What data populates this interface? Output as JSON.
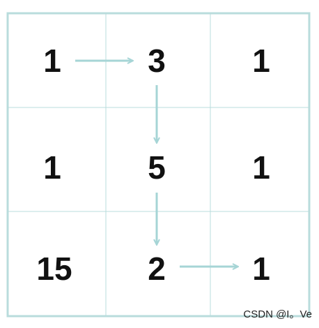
{
  "grid": {
    "rows": 3,
    "cols": 3,
    "values": [
      [
        "1",
        "3",
        "1"
      ],
      [
        "1",
        "5",
        "1"
      ],
      [
        "15",
        "2",
        "1"
      ]
    ]
  },
  "path_arrows": [
    {
      "from": [
        0,
        0
      ],
      "to": [
        0,
        1
      ]
    },
    {
      "from": [
        0,
        1
      ],
      "to": [
        1,
        1
      ]
    },
    {
      "from": [
        1,
        1
      ],
      "to": [
        2,
        1
      ]
    },
    {
      "from": [
        2,
        1
      ],
      "to": [
        2,
        2
      ]
    }
  ],
  "colors": {
    "grid_line": "#b9dcdc",
    "arrow": "#a6d5d6",
    "text": "#111111"
  },
  "watermark": "CSDN @I。Ve"
}
